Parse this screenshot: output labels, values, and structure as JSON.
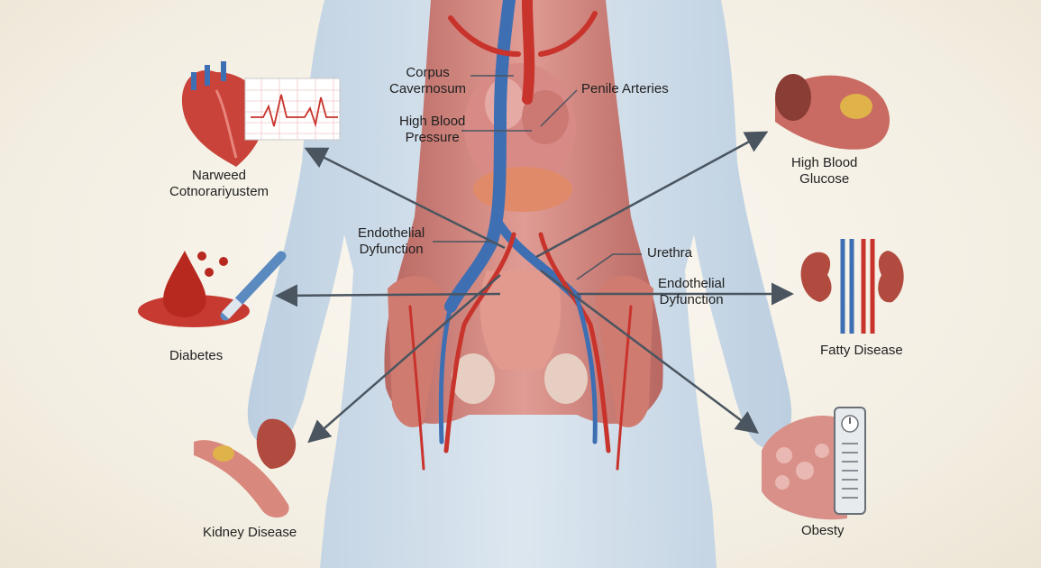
{
  "colors": {
    "background": "#f3eee2",
    "silhouette": "#c9d8e6",
    "artery": "#c8332c",
    "vein": "#3f6fb3",
    "muscle": "#c46a60",
    "arrow": "#4a5560"
  },
  "center_labels": {
    "corpus": "Corpus",
    "cavernosum": "Cavernosum",
    "penile_arteries": "Penile Arteries",
    "high_blood": "High Blood",
    "pressure": "Pressure",
    "endothelial_left": "Endothelial",
    "dysfunction_left": "Dyfunction",
    "urethra": "Urethra",
    "endothelial_right": "Endothelial",
    "dysfunction_right": "Dyfunction"
  },
  "conditions": {
    "heart_line1": "Narweed",
    "heart_line2": "Cotnorariyustem",
    "glucose_line1": "High Blood",
    "glucose_line2": "Glucose",
    "diabetes": "Diabetes",
    "fatty": "Fatty Disease",
    "kidney": "Kidney Disease",
    "obesity": "Obesty"
  },
  "icons": [
    "heart-icon",
    "ecg-chart-icon",
    "artery-plaque-icon",
    "blood-drop-icon",
    "insulin-pen-icon",
    "kidney-icon",
    "artery-kidney-icon",
    "fat-tissue-icon",
    "scale-gauge-icon"
  ]
}
